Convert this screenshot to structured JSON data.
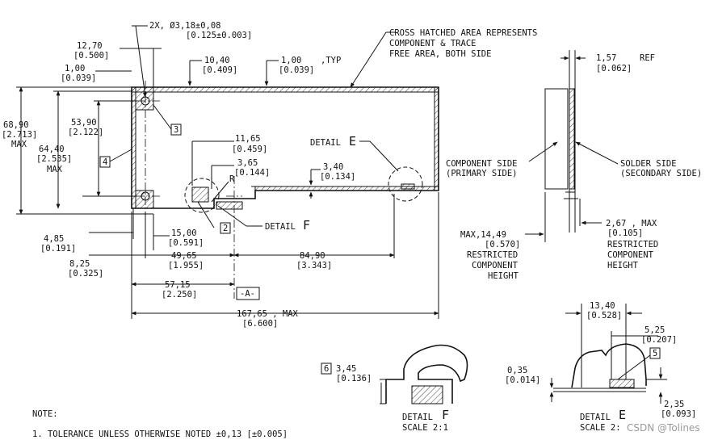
{
  "dims": {
    "hole": {
      "line1": "2X, Ø3,18±0,08",
      "line2": "[0.125±0.003]"
    },
    "d1270": {
      "mm": "12,70",
      "in": "[0.500]"
    },
    "d100a": {
      "mm": "1,00",
      "in": "[0.039]"
    },
    "d1040": {
      "mm": "10,40",
      "in": "[0.409]"
    },
    "d100typ": {
      "mm": "1,00",
      "typ": ",TYP",
      "in": "[0.039]"
    },
    "d6890": {
      "mm": "68,90",
      "in": "[2.713]",
      "max": "MAX"
    },
    "d6440": {
      "mm": "64,40",
      "in": "[2.535]",
      "max": "MAX"
    },
    "d5390": {
      "mm": "53,90",
      "in": "[2.122]"
    },
    "d1165": {
      "mm": "11,65",
      "in": "[0.459]"
    },
    "d365": {
      "mm": "3,65",
      "in": "[0.144]"
    },
    "d340": {
      "mm": "3,40",
      "in": "[0.134]"
    },
    "radius": "R",
    "d485": {
      "mm": "4,85",
      "in": "[0.191]"
    },
    "d825": {
      "mm": "8,25",
      "in": "[0.325]"
    },
    "d1500": {
      "mm": "15,00",
      "in": "[0.591]"
    },
    "d4965": {
      "mm": "49,65",
      "in": "[1.955]"
    },
    "d8490": {
      "mm": "84,90",
      "in": "[3.343]"
    },
    "d5715": {
      "mm": "57,15",
      "in": "[2.250]"
    },
    "datum": "-A-",
    "d16765": {
      "mm": "167,65 , MAX",
      "in": "[6.600]"
    },
    "d157": {
      "mm": "1,57",
      "ref": "REF",
      "in": "[0.062]"
    },
    "d1449": {
      "mm": "MAX,14,49",
      "in": "[0.570]",
      "l1": "RESTRICTED",
      "l2": "COMPONENT",
      "l3": "HEIGHT"
    },
    "d267": {
      "mm": "2,67 , MAX",
      "in": "[0.105]",
      "l1": "RESTRICTED",
      "l2": "COMPONENT",
      "l3": "HEIGHT"
    },
    "d345": {
      "mm": "3,45",
      "in": "[0.136]"
    },
    "d1340": {
      "mm": "13,40",
      "in": "[0.528]"
    },
    "d525": {
      "mm": "5,25",
      "in": "[0.207]"
    },
    "d035": {
      "mm": "0,35",
      "in": "[0.014]"
    },
    "d235": {
      "mm": "2,35",
      "in": "[0.093]"
    }
  },
  "labels": {
    "hatch_note": [
      "CROSS HATCHED AREA REPRESENTS",
      "COMPONENT & TRACE",
      "FREE AREA, BOTH SIDE"
    ],
    "detail_e_word": "DETAIL",
    "detail_e_letter": "E",
    "detail_f_word": "DETAIL",
    "detail_f_letter": "F",
    "component_side": [
      "COMPONENT SIDE",
      "(PRIMARY SIDE)"
    ],
    "solder_side": [
      "SOLDER SIDE",
      "(SECONDARY SIDE)"
    ],
    "detail_f_title": {
      "word": "DETAIL",
      "letter": "F",
      "scale": "SCALE  2:1"
    },
    "detail_e_title": {
      "word": "DETAIL",
      "letter": "E",
      "scale": "SCALE  2:"
    },
    "note_title": "NOTE:",
    "note_1": "1.  TOLERANCE UNLESS OTHERWISE NOTED ±0,13 [±0.005]",
    "watermark": "CSDN @Tolines"
  },
  "callouts": {
    "c2": "2",
    "c3": "3",
    "c4": "4",
    "c5": "5",
    "c6": "6"
  }
}
